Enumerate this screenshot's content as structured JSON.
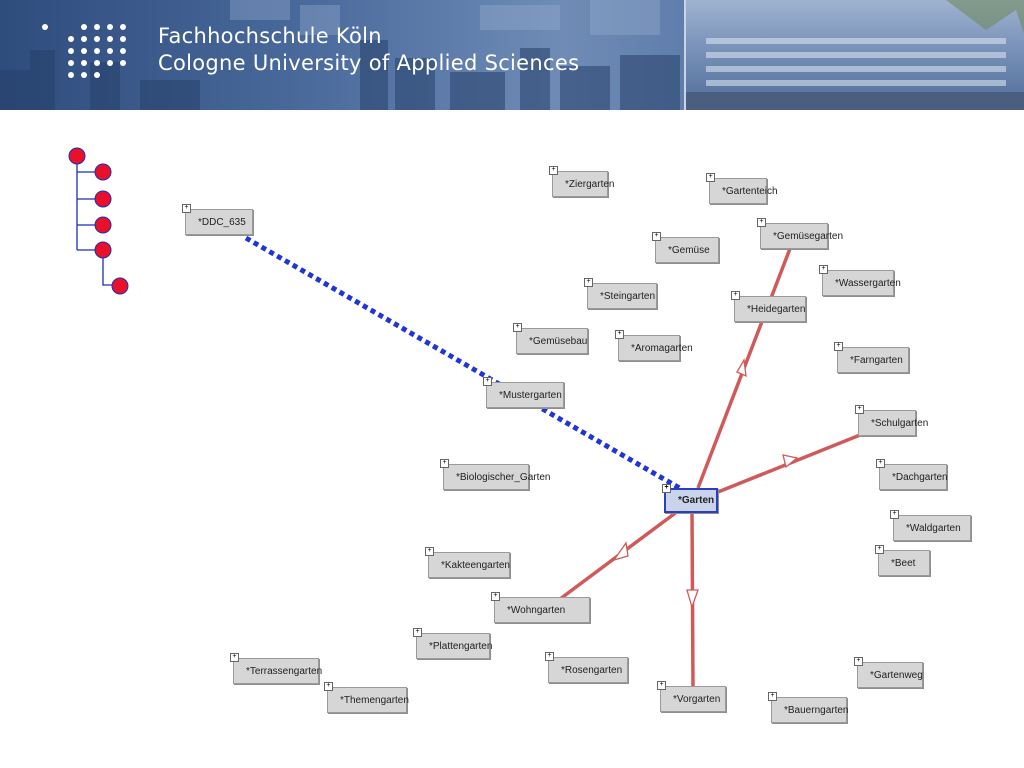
{
  "header": {
    "line1": "Fachhochschule Köln",
    "line2": "Cologne University of Applied Sciences"
  },
  "colors": {
    "banner": "#3c5a8a",
    "edge_solid": "#d05a5a",
    "edge_dotted": "#1f35d6",
    "tree_node": "#e8102a",
    "tree_node_stroke": "#1a2fb8"
  },
  "graph": {
    "center": "*Garten",
    "nodes": [
      "*Ziergarten",
      "*Gartenteich",
      "*DDC_635",
      "*Gemüsegarten",
      "*Gemüse",
      "*Wassergarten",
      "*Steingarten",
      "*Heidegarten",
      "*Gemüsebau",
      "*Aromagarten",
      "*Farngarten",
      "*Mustergarten",
      "*Schulgarten",
      "*Biologischer_Garten",
      "*Dachgarten",
      "*Waldgarten",
      "*Kakteengarten",
      "*Beet",
      "*Wohngarten",
      "*Plattengarten",
      "*Terrassengarten",
      "*Rosengarten",
      "*Gartenweg",
      "*Themengarten",
      "*Vorgarten",
      "*Bauerngarten"
    ]
  }
}
